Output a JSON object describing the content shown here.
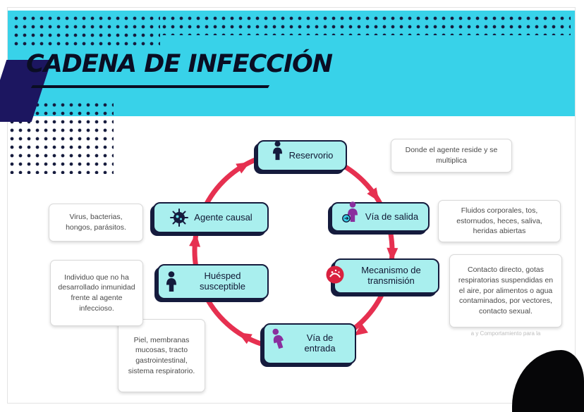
{
  "slide": {
    "title": "CADENA DE INFECCIÓN",
    "footer_faint_text": "a y Comportamiento para la"
  },
  "colors": {
    "header_cyan": "#38d2e9",
    "navy": "#151b3d",
    "accent_indigo": "#1c1660",
    "node_fill": "#a9efee",
    "arrow_red": "#e63050",
    "person_purple": "#8a2f9e",
    "transmission_red": "#d9213f",
    "germ_cyan": "#66e3e8",
    "title_ink": "#0a0d23"
  },
  "diagram": {
    "nodes": [
      {
        "id": "reservorio",
        "label": "Reservorio",
        "icon": "person-icon"
      },
      {
        "id": "via-de-salida",
        "label": "Vía de salida",
        "icon": "person-exit-icon"
      },
      {
        "id": "mecanismo-de-transmision",
        "label": "Mecanismo de transmisión",
        "icon": "transmission-icon"
      },
      {
        "id": "via-de-entrada",
        "label": "Vía de entrada",
        "icon": "person-entry-icon"
      },
      {
        "id": "huesped-susceptible",
        "label": "Huésped susceptible",
        "icon": "person-icon"
      },
      {
        "id": "agente-causal",
        "label": "Agente causal",
        "icon": "germ-icon"
      }
    ],
    "notes": [
      {
        "for": "reservorio",
        "text": "Donde el agente reside y se multiplica"
      },
      {
        "for": "via-de-salida",
        "text": "Fluidos corporales, tos, estornudos, heces, saliva, heridas abiertas"
      },
      {
        "for": "mecanismo-de-transmision",
        "text": "Contacto directo, gotas respiratorias suspendidas en el aire, por alimentos o agua contaminados, por vectores, contacto sexual."
      },
      {
        "for": "via-de-entrada",
        "text": "Piel, membranas mucosas, tracto gastrointestinal, sistema respiratorio."
      },
      {
        "for": "huesped-susceptible",
        "text": "Individuo que no ha desarrollado inmunidad frente al agente infeccioso."
      },
      {
        "for": "agente-causal",
        "text": "Virus, bacterias, hongos, parásitos."
      }
    ]
  }
}
